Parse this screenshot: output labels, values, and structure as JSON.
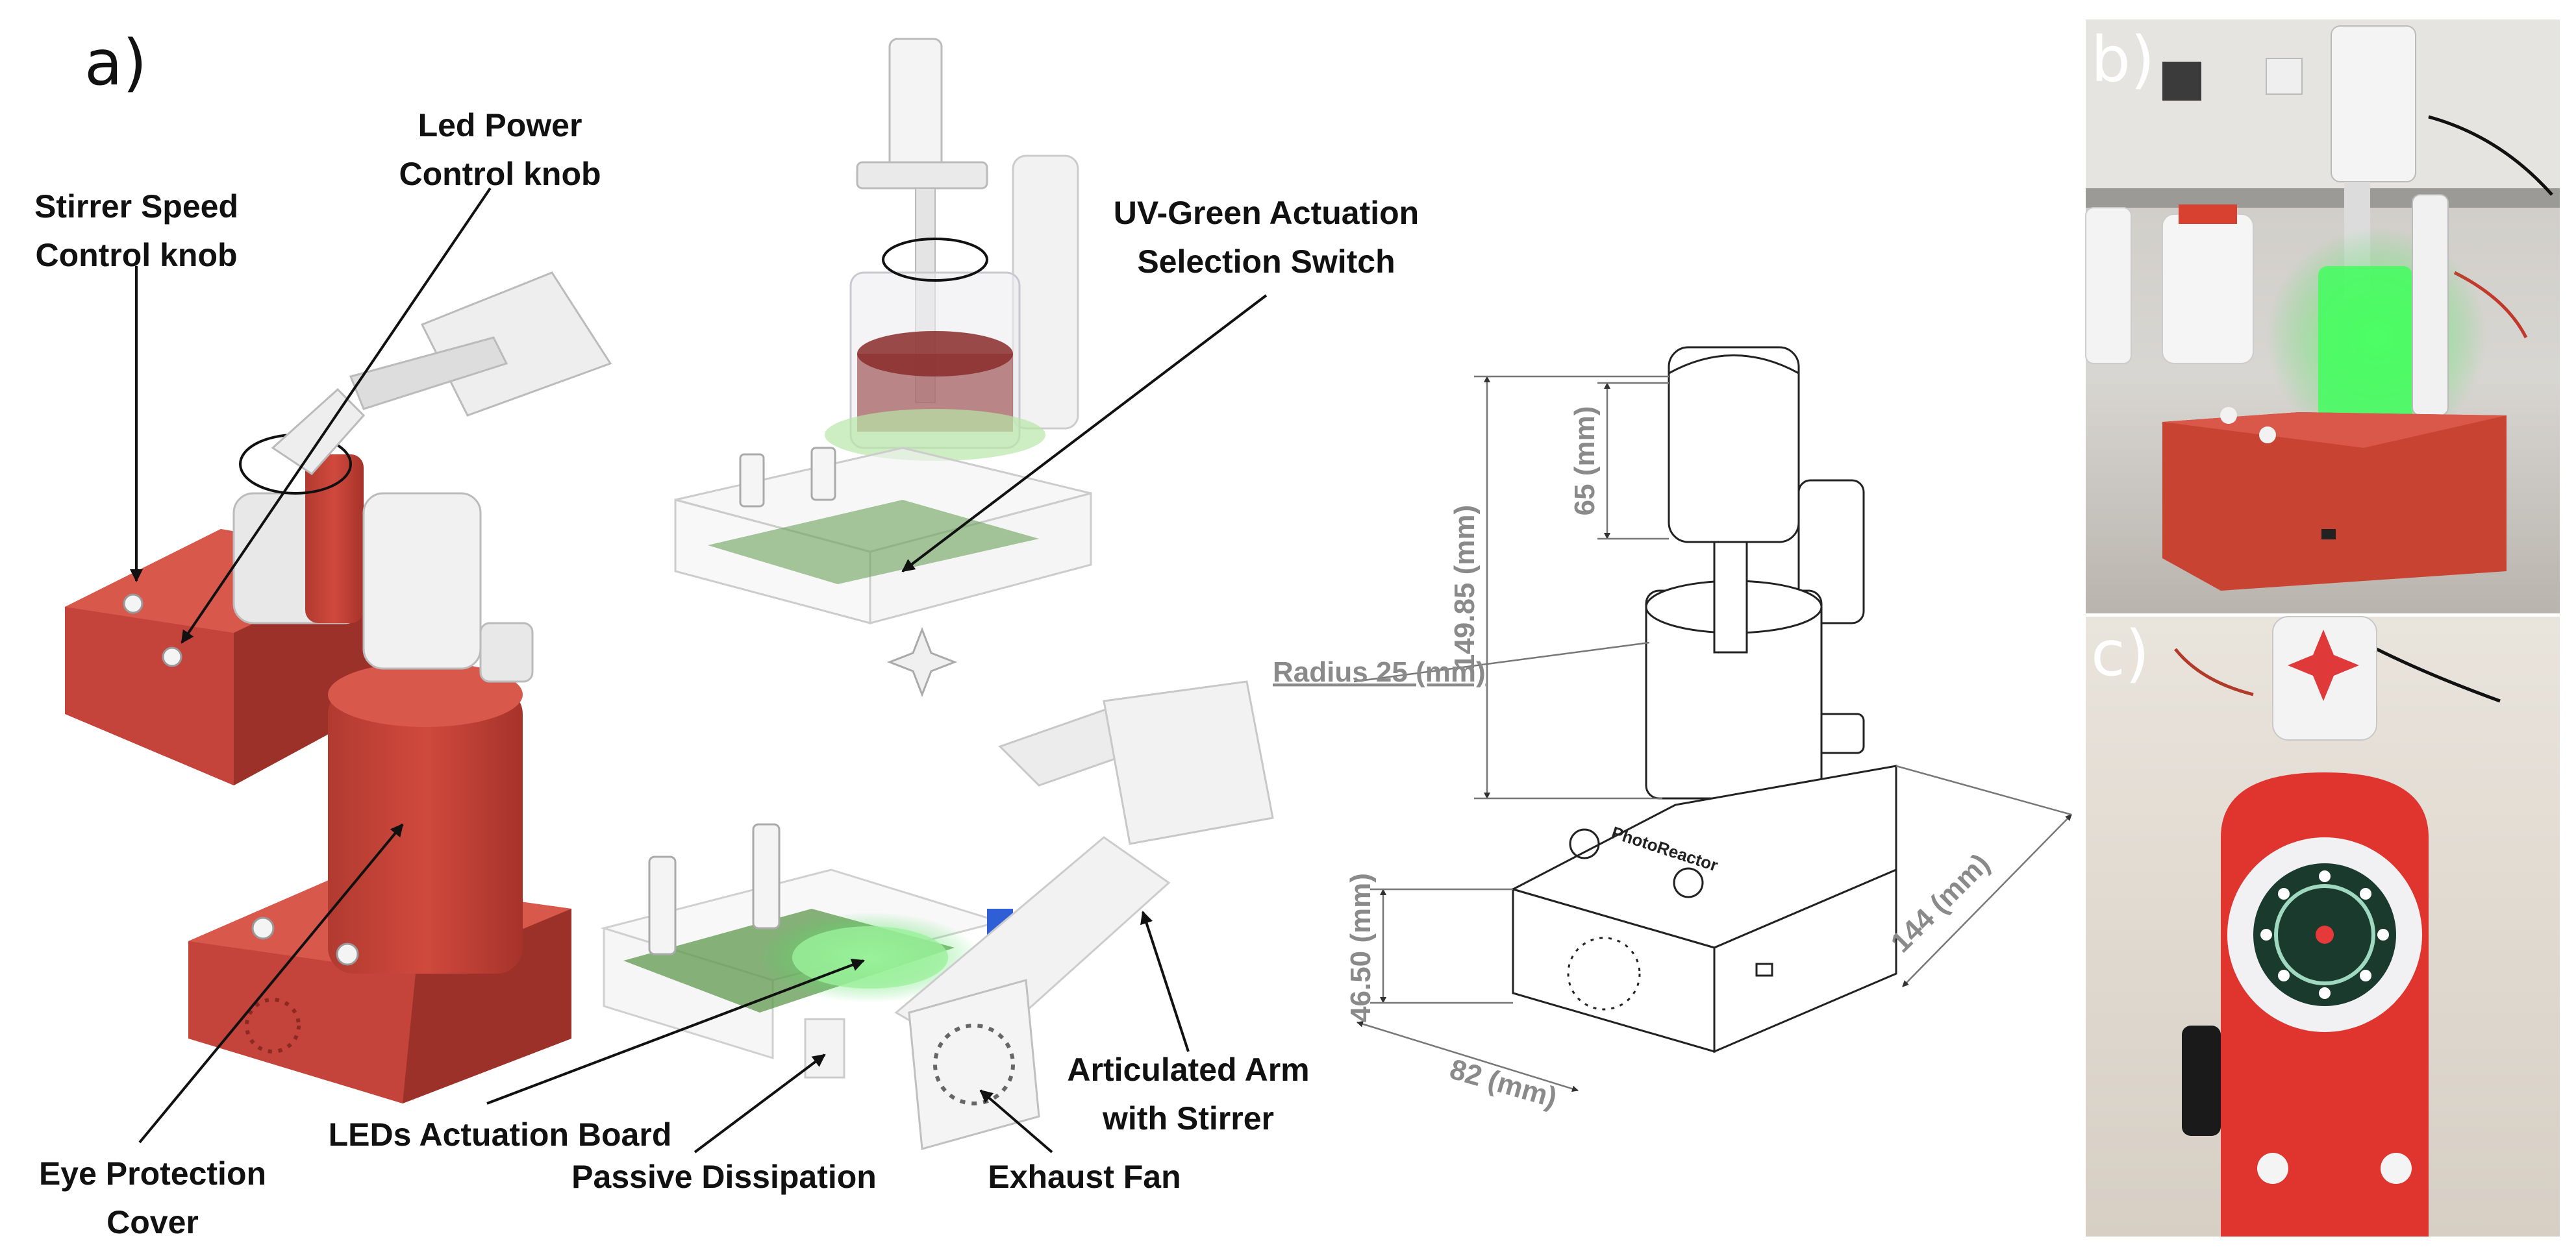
{
  "panels": {
    "a": "a)",
    "b": "b)",
    "c": "c)"
  },
  "labels": {
    "led_power": [
      "Led Power",
      "Control knob"
    ],
    "stirrer_speed": [
      "Stirrer Speed",
      "Control knob"
    ],
    "uv_green": [
      "UV-Green Actuation",
      "Selection Switch"
    ],
    "eye_protection": [
      "Eye Protection",
      "Cover"
    ],
    "leds_board": "LEDs Actuation Board",
    "passive": "Passive Dissipation",
    "exhaust": "Exhaust Fan",
    "articulated": [
      "Articulated Arm",
      "with Stirrer"
    ]
  },
  "dimensions": {
    "height_total": "149.85 (mm)",
    "height_motor": "65 (mm)",
    "radius": "Radius 25 (mm)",
    "base_height": "46.50 (mm)",
    "base_width": "82 (mm)",
    "base_length": "144 (mm)"
  },
  "device_text": "PhotoReactor",
  "colors": {
    "red": "#c8443a",
    "red_dark": "#a8352c",
    "green": "#39d84a",
    "pcb": "#5a8f4a"
  }
}
